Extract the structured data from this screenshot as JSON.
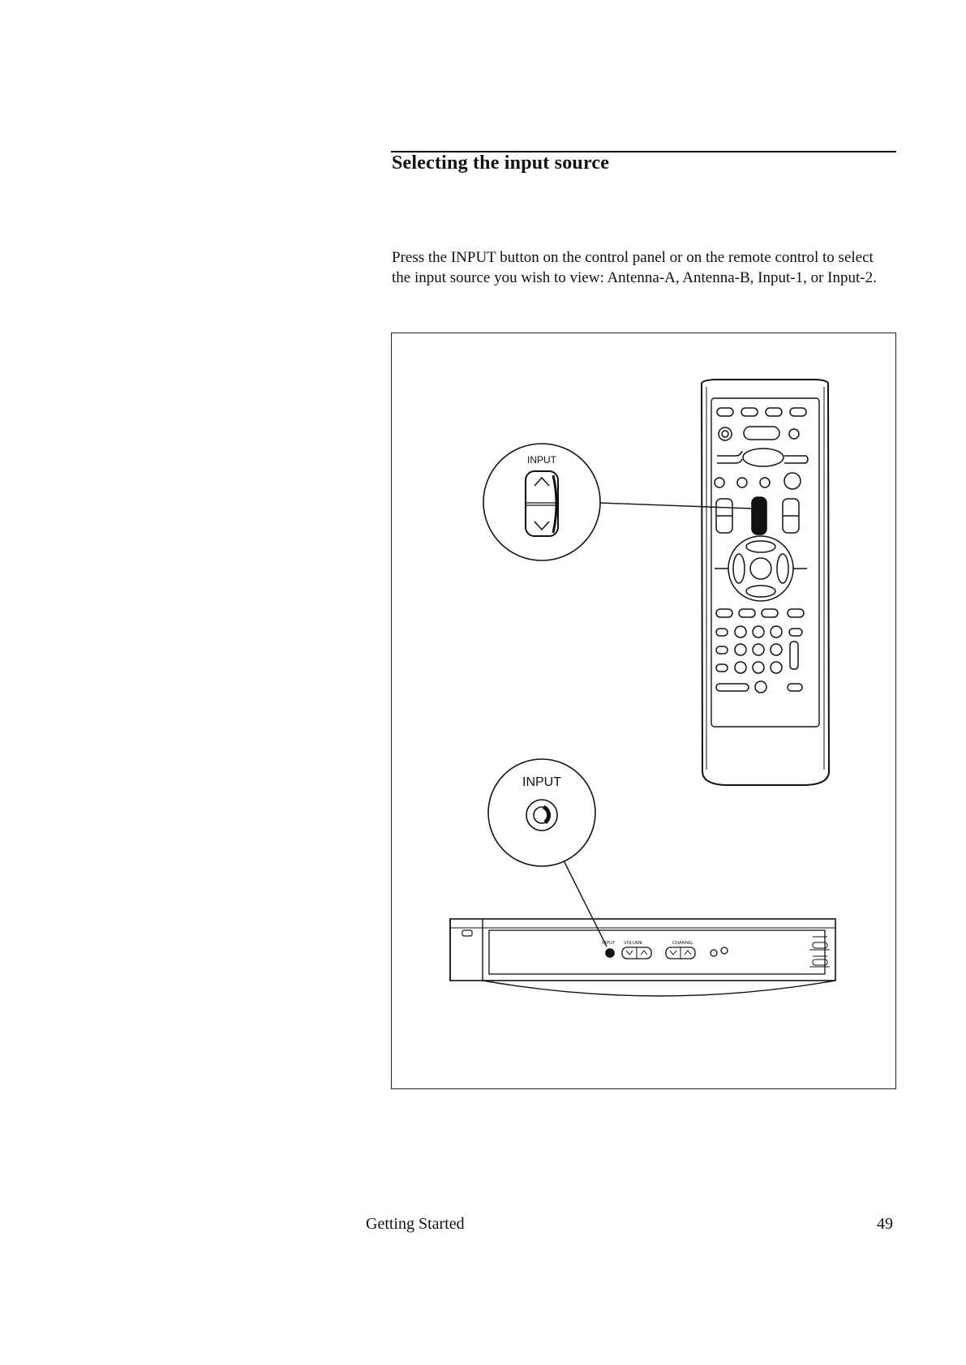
{
  "page": {
    "title": "Selecting the input source",
    "body": "Press the INPUT button on the control panel or on the remote control to select the input source you wish to view: Antenna-A, Antenna-B, Input-1, or Input-2.",
    "footer_section": "Getting Started",
    "page_number": "49"
  },
  "figure": {
    "remote_callout_label": "INPUT",
    "panel_callout_label": "INPUT",
    "panel_labels": {
      "input": "INPUT",
      "volume": "VOLUME",
      "channel": "CHANNEL"
    },
    "icons": [
      "chevron-up-icon",
      "chevron-down-icon",
      "round-button-icon"
    ]
  }
}
